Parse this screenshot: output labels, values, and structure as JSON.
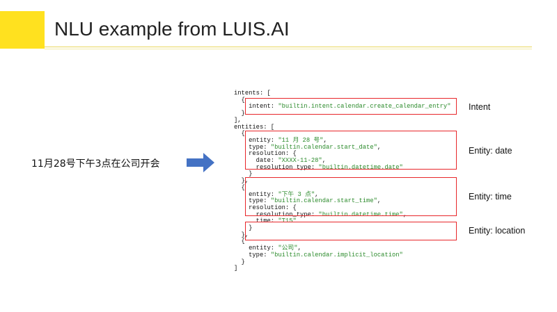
{
  "slide": {
    "title": "NLU example from LUIS.AI",
    "accent_color": "#ffe11f",
    "input_sentence": "11月28号下午3点在公司开会",
    "arrow_color": "#4472c4"
  },
  "code_lines": [
    {
      "parts": [
        {
          "t": "intents: [",
          "c": "k"
        }
      ]
    },
    {
      "parts": [
        {
          "t": "  {",
          "c": "k"
        }
      ]
    },
    {
      "parts": [
        {
          "t": "    intent: ",
          "c": "k"
        },
        {
          "t": "\"builtin.intent.calendar.create_calendar_entry\"",
          "c": "s"
        }
      ]
    },
    {
      "parts": [
        {
          "t": "  }",
          "c": "k"
        }
      ]
    },
    {
      "parts": [
        {
          "t": "],",
          "c": "k"
        }
      ]
    },
    {
      "parts": [
        {
          "t": "entities: [",
          "c": "k"
        }
      ]
    },
    {
      "parts": [
        {
          "t": "  {",
          "c": "k"
        }
      ]
    },
    {
      "parts": [
        {
          "t": "    entity: ",
          "c": "k"
        },
        {
          "t": "\"11 月 28 号\"",
          "c": "s"
        },
        {
          "t": ",",
          "c": "k"
        }
      ]
    },
    {
      "parts": [
        {
          "t": "    type: ",
          "c": "k"
        },
        {
          "t": "\"builtin.calendar.start_date\"",
          "c": "s"
        },
        {
          "t": ",",
          "c": "k"
        }
      ]
    },
    {
      "parts": [
        {
          "t": "    resolution: {",
          "c": "k"
        }
      ]
    },
    {
      "parts": [
        {
          "t": "      date: ",
          "c": "k"
        },
        {
          "t": "\"XXXX-11-28\"",
          "c": "s"
        },
        {
          "t": ",",
          "c": "k"
        }
      ]
    },
    {
      "parts": [
        {
          "t": "      resolution_type: ",
          "c": "k"
        },
        {
          "t": "\"builtin.datetime.date\"",
          "c": "s"
        }
      ]
    },
    {
      "parts": [
        {
          "t": "    }",
          "c": "k"
        }
      ]
    },
    {
      "parts": [
        {
          "t": "  },",
          "c": "k"
        }
      ]
    },
    {
      "parts": [
        {
          "t": "  {",
          "c": "k"
        }
      ]
    },
    {
      "parts": [
        {
          "t": "    entity: ",
          "c": "k"
        },
        {
          "t": "\"下午 3 点\"",
          "c": "s"
        },
        {
          "t": ",",
          "c": "k"
        }
      ]
    },
    {
      "parts": [
        {
          "t": "    type: ",
          "c": "k"
        },
        {
          "t": "\"builtin.calendar.start_time\"",
          "c": "s"
        },
        {
          "t": ",",
          "c": "k"
        }
      ]
    },
    {
      "parts": [
        {
          "t": "    resolution: {",
          "c": "k"
        }
      ]
    },
    {
      "parts": [
        {
          "t": "      resolution_type: ",
          "c": "k"
        },
        {
          "t": "\"builtin.datetime.time\"",
          "c": "s"
        },
        {
          "t": ",",
          "c": "k"
        }
      ]
    },
    {
      "parts": [
        {
          "t": "      time: ",
          "c": "k"
        },
        {
          "t": "\"T15\"",
          "c": "s"
        }
      ]
    },
    {
      "parts": [
        {
          "t": "    }",
          "c": "k"
        }
      ]
    },
    {
      "parts": [
        {
          "t": "  },",
          "c": "k"
        }
      ]
    },
    {
      "parts": [
        {
          "t": "  {",
          "c": "k"
        }
      ]
    },
    {
      "parts": [
        {
          "t": "    entity: ",
          "c": "k"
        },
        {
          "t": "\"公司\"",
          "c": "s"
        },
        {
          "t": ",",
          "c": "k"
        }
      ]
    },
    {
      "parts": [
        {
          "t": "    type: ",
          "c": "k"
        },
        {
          "t": "\"builtin.calendar.implicit_location\"",
          "c": "s"
        }
      ]
    },
    {
      "parts": [
        {
          "t": "  }",
          "c": "k"
        }
      ]
    },
    {
      "parts": [
        {
          "t": "]",
          "c": "k"
        }
      ]
    }
  ],
  "annotations": {
    "intent_label": "Intent",
    "date_label": "Entity: date",
    "time_label": "Entity: time",
    "location_label": "Entity: location",
    "box_color": "#e8262a"
  }
}
